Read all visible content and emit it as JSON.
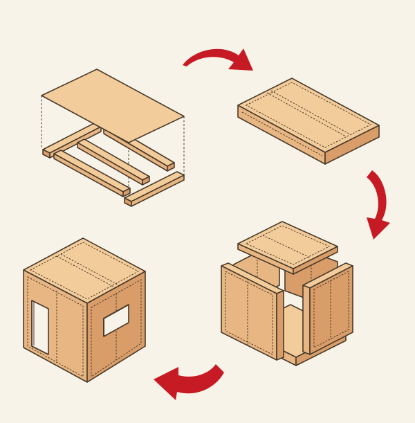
{
  "diagram": {
    "colors": {
      "background": "#f7f3e8",
      "wood_top": "#f3cc9b",
      "wood_side": "#e7b682",
      "wood_dark": "#d89d68",
      "outline": "#4a3a2a",
      "arrow": "#c61a24"
    },
    "steps": [
      {
        "icon": "floor-frame-exploded-icon"
      },
      {
        "icon": "assembled-panel-icon"
      },
      {
        "icon": "cube-assembly-exploded-icon"
      },
      {
        "icon": "finished-cube-icon"
      }
    ],
    "arrows": [
      {
        "icon": "curved-arrow-icon",
        "from": 1,
        "to": 2
      },
      {
        "icon": "curved-arrow-icon",
        "from": 2,
        "to": 3
      },
      {
        "icon": "curved-arrow-icon",
        "from": 3,
        "to": 4
      }
    ]
  }
}
